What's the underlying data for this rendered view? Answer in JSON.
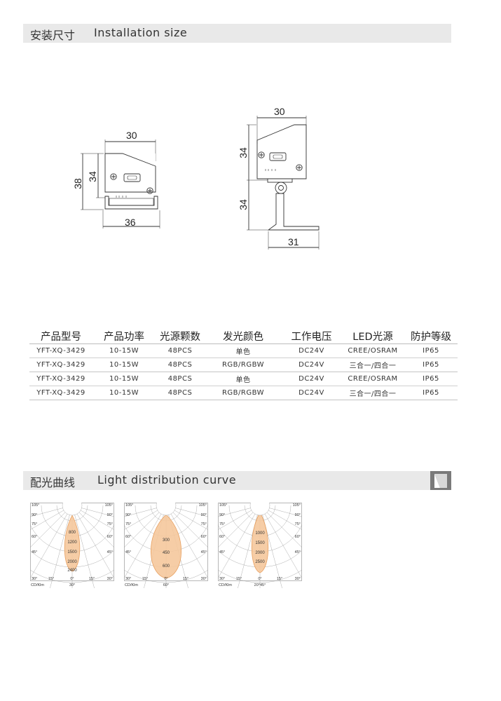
{
  "install": {
    "title_cn": "安装尺寸",
    "title_en": "Installation size",
    "dims_left": {
      "top": "30",
      "height_outer": "38",
      "height_inner": "34",
      "bottom": "36"
    },
    "dims_right": {
      "top": "30",
      "height_upper": "34",
      "height_lower": "34",
      "bottom": "31"
    }
  },
  "table": {
    "headers": [
      "产品型号",
      "产品功率",
      "光源颗数",
      "发光颜色",
      "工作电压",
      "LED光源",
      "防护等级"
    ],
    "rows": [
      [
        "YFT-XQ-3429",
        "10-15W",
        "48PCS",
        "单色",
        "DC24V",
        "CREE/OSRAM",
        "IP65"
      ],
      [
        "YFT-XQ-3429",
        "10-15W",
        "48PCS",
        "RGB/RGBW",
        "DC24V",
        "三合一/四合一",
        "IP65"
      ],
      [
        "YFT-XQ-3429",
        "10-15W",
        "48PCS",
        "单色",
        "DC24V",
        "CREE/OSRAM",
        "IP65"
      ],
      [
        "YFT-XQ-3429",
        "10-15W",
        "48PCS",
        "RGB/RGBW",
        "DC24V",
        "三合一/四合一",
        "IP65"
      ]
    ]
  },
  "light": {
    "title_cn": "配光曲线",
    "title_en": "Light distribution curve",
    "curves": [
      {
        "beam": "30°",
        "unit": "CD/Klm",
        "values": [
          "800",
          "1200",
          "1500",
          "2000",
          "2400"
        ],
        "angles_left": [
          "105°",
          "90°",
          "75°",
          "60°",
          "45°",
          "30°"
        ],
        "angles_right": [
          "105°",
          "90°",
          "75°",
          "60°",
          "45°",
          "30°"
        ],
        "bottom_ticks": [
          "15°",
          "0°",
          "15°"
        ]
      },
      {
        "beam": "60°",
        "unit": "CD/Klm",
        "values": [
          "300",
          "450",
          "600"
        ],
        "angles_left": [
          "105°",
          "90°",
          "75°",
          "60°",
          "45°",
          "30°"
        ],
        "angles_right": [
          "105°",
          "90°",
          "75°",
          "60°",
          "45°",
          "30°"
        ],
        "bottom_ticks": [
          "15°",
          "0°",
          "15°"
        ]
      },
      {
        "beam": "20°45°",
        "unit": "CD/Klm",
        "values": [
          "1000",
          "1500",
          "2000",
          "2500"
        ],
        "angles_left": [
          "105°",
          "90°",
          "75°",
          "60°",
          "45°",
          "30°"
        ],
        "angles_right": [
          "105°",
          "90°",
          "75°",
          "60°",
          "45°",
          "30°"
        ],
        "bottom_ticks": [
          "15°",
          "0°",
          "15°"
        ]
      }
    ]
  },
  "colors": {
    "section_bar": "#e9e9e9",
    "beam_fill": "#f5c89c",
    "beam_stroke": "#e8a060",
    "grid": "#9a9a9a"
  }
}
